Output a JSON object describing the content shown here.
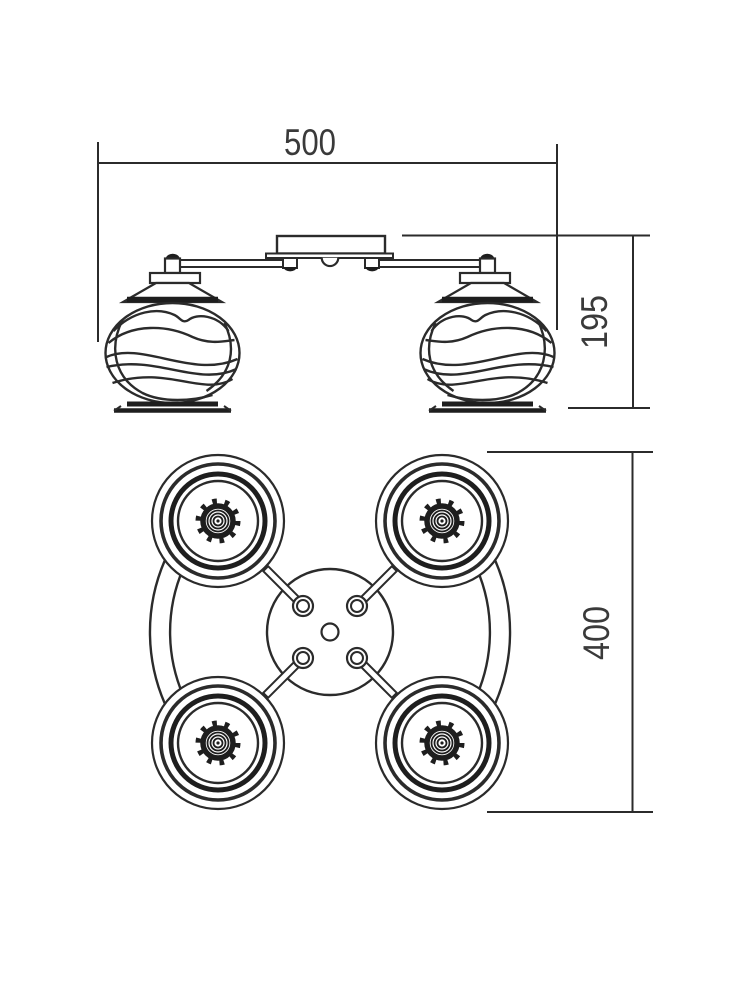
{
  "page": {
    "background": "#ffffff",
    "line_color": "#2b2b2b",
    "dark_fill": "#1e1e1e",
    "text_color": "#3a3a3a"
  },
  "dimensions": {
    "width_label": "500",
    "height_label": "195",
    "diameter_label": "400"
  }
}
